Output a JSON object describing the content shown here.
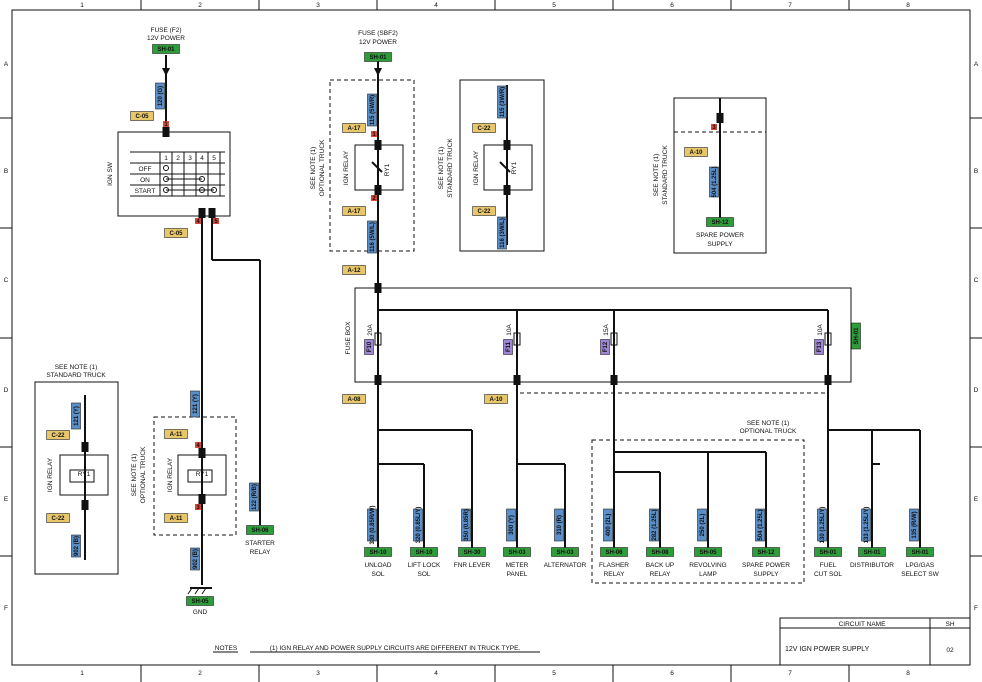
{
  "border": {
    "cols": [
      "1",
      "2",
      "3",
      "4",
      "5",
      "6",
      "7",
      "8"
    ],
    "rows": [
      "A",
      "B",
      "C",
      "D",
      "E",
      "F"
    ]
  },
  "notes": {
    "label": "NOTES",
    "text": "(1) IGN RELAY AND POWER SUPPLY CIRCUITS ARE DIFFERENT IN TRUCK TYPE."
  },
  "title_block": {
    "circuit_name_header": "CIRCUIT NAME",
    "sheet_header": "SH",
    "circuit_name": "12V IGN POWER SUPPLY",
    "sheet": "02"
  },
  "fuse_f2": {
    "title": "FUSE (F2)",
    "sub": "12V POWER",
    "ref": "SH-01"
  },
  "fuse_sbf2": {
    "title": "FUSE (SBF2)",
    "sub": "12V POWER",
    "ref": "SH-01"
  },
  "ign_sw": {
    "label": "IGN SW",
    "connector_top": "C-05",
    "connector_bottom": "C-05",
    "wire_in": "120 (G)",
    "pin_in": "1",
    "positions": [
      "OFF",
      "ON",
      "START"
    ],
    "pins": [
      "1",
      "2",
      "3",
      "4",
      "5"
    ],
    "pin_out_a": "4",
    "pin_out_b": "5"
  },
  "standard_relay_left": {
    "note": "SEE NOTE (1)",
    "note2": "STANDARD TRUCK",
    "label": "IGN RELAY",
    "relay": "RY1",
    "conn_top": "C-22",
    "conn_bottom": "C-22",
    "wire_top": "121 (Y)",
    "wire_bottom": "902 (B)"
  },
  "optional_relay_left": {
    "note": "SEE NOTE (1)",
    "note2": "OPTIONAL TRUCK",
    "label": "IGN RELAY",
    "relay": "RY1",
    "conn_top": "A-11",
    "conn_bottom": "A-11",
    "wire_top": "121 (Y)",
    "wire_bottom": "902 (B)",
    "pin_top": "4",
    "pin_bottom": "3",
    "gnd_ref": "SH-05",
    "gnd": "GND"
  },
  "starter": {
    "wire": "122 (R/B)",
    "ref": "SH-06",
    "label1": "STARTER",
    "label2": "RELAY"
  },
  "optional_relay_mid": {
    "note": "SEE NOTE (1)",
    "note2": "OPTIONAL TRUCK",
    "label": "IGN RELAY",
    "relay": "RY1",
    "conn_top": "A-17",
    "conn_bottom": "A-17",
    "wire_top": "115 (5W/R)",
    "wire_bottom": "116 (5W/L)",
    "pin_top": "1",
    "pin_bottom": "2"
  },
  "standard_relay_mid": {
    "note": "SEE NOTE (1)",
    "note2": "STANDARD TRUCK",
    "label": "IGN RELAY",
    "relay": "RY1",
    "conn_top": "C-22",
    "conn_bottom": "C-22",
    "wire_top": "115 (3W/R)",
    "wire_bottom": "116 (3W/L)"
  },
  "spare_top": {
    "note": "SEE NOTE (1)",
    "note2": "STANDARD TRUCK",
    "conn": "A-10",
    "wire": "504 (1.25L)",
    "ref": "SH-12",
    "label1": "SPARE POWER",
    "label2": "SUPPLY",
    "pin": "3"
  },
  "fuse_box": {
    "label": "FUSE BOX",
    "conn_in": "A-12",
    "conn_out": "A-08",
    "conn_out2": "A-10",
    "ref": "SH-01",
    "fuses": [
      {
        "id": "F10",
        "amp": "20A"
      },
      {
        "id": "F11",
        "amp": "10A"
      },
      {
        "id": "F12",
        "amp": "15A"
      },
      {
        "id": "F13",
        "amp": "10A"
      }
    ]
  },
  "optional_note": {
    "note": "SEE NOTE (1)",
    "note2": "OPTIONAL TRUCK"
  },
  "loads": [
    {
      "wire": "330 (0.85R/W)",
      "ref": "SH-10",
      "label1": "UNLOAD",
      "label2": "SOL"
    },
    {
      "wire": "320 (0.85L/Y)",
      "ref": "SH-10",
      "label1": "LIFT LOCK",
      "label2": "SOL"
    },
    {
      "wire": "350 (0.85R)",
      "ref": "SH-30",
      "label1": "FNR LEVER",
      "label2": ""
    },
    {
      "wire": "300 (Y)",
      "ref": "SH-03",
      "label1": "METER",
      "label2": "PANEL"
    },
    {
      "wire": "310 (R)",
      "ref": "SH-03",
      "label1": "ALTERNATOR",
      "label2": ""
    },
    {
      "wire": "400 (2L)",
      "ref": "SH-06",
      "label1": "FLASHER",
      "label2": "RELAY"
    },
    {
      "wire": "282 (1.25L)",
      "ref": "SH-08",
      "label1": "BACK UP",
      "label2": "RELAY"
    },
    {
      "wire": "250 (2L)",
      "ref": "SH-05",
      "label1": "REVOLVING",
      "label2": "LAMP"
    },
    {
      "wire": "504 (1.25L)",
      "ref": "SH-12",
      "label1": "SPARE POWER",
      "label2": "SUPPLY"
    },
    {
      "wire": "130 (1.25L/Y)",
      "ref": "SH-01",
      "label1": "FUEL",
      "label2": "CUT SOL"
    },
    {
      "wire": "133 (1.25L/Y)",
      "ref": "SH-01",
      "label1": "DISTRIBUTOR",
      "label2": ""
    },
    {
      "wire": "135 (R/W)",
      "ref": "SH-01",
      "label1": "LPG/GAS",
      "label2": "SELECT SW"
    }
  ],
  "colors": {
    "ref_green": "#2e9c3a",
    "wire_blue": "#5b8fc9",
    "conn_yellow": "#e8c66a",
    "fuse_purple": "#9e86d6",
    "pin_red": "#d9483b"
  }
}
